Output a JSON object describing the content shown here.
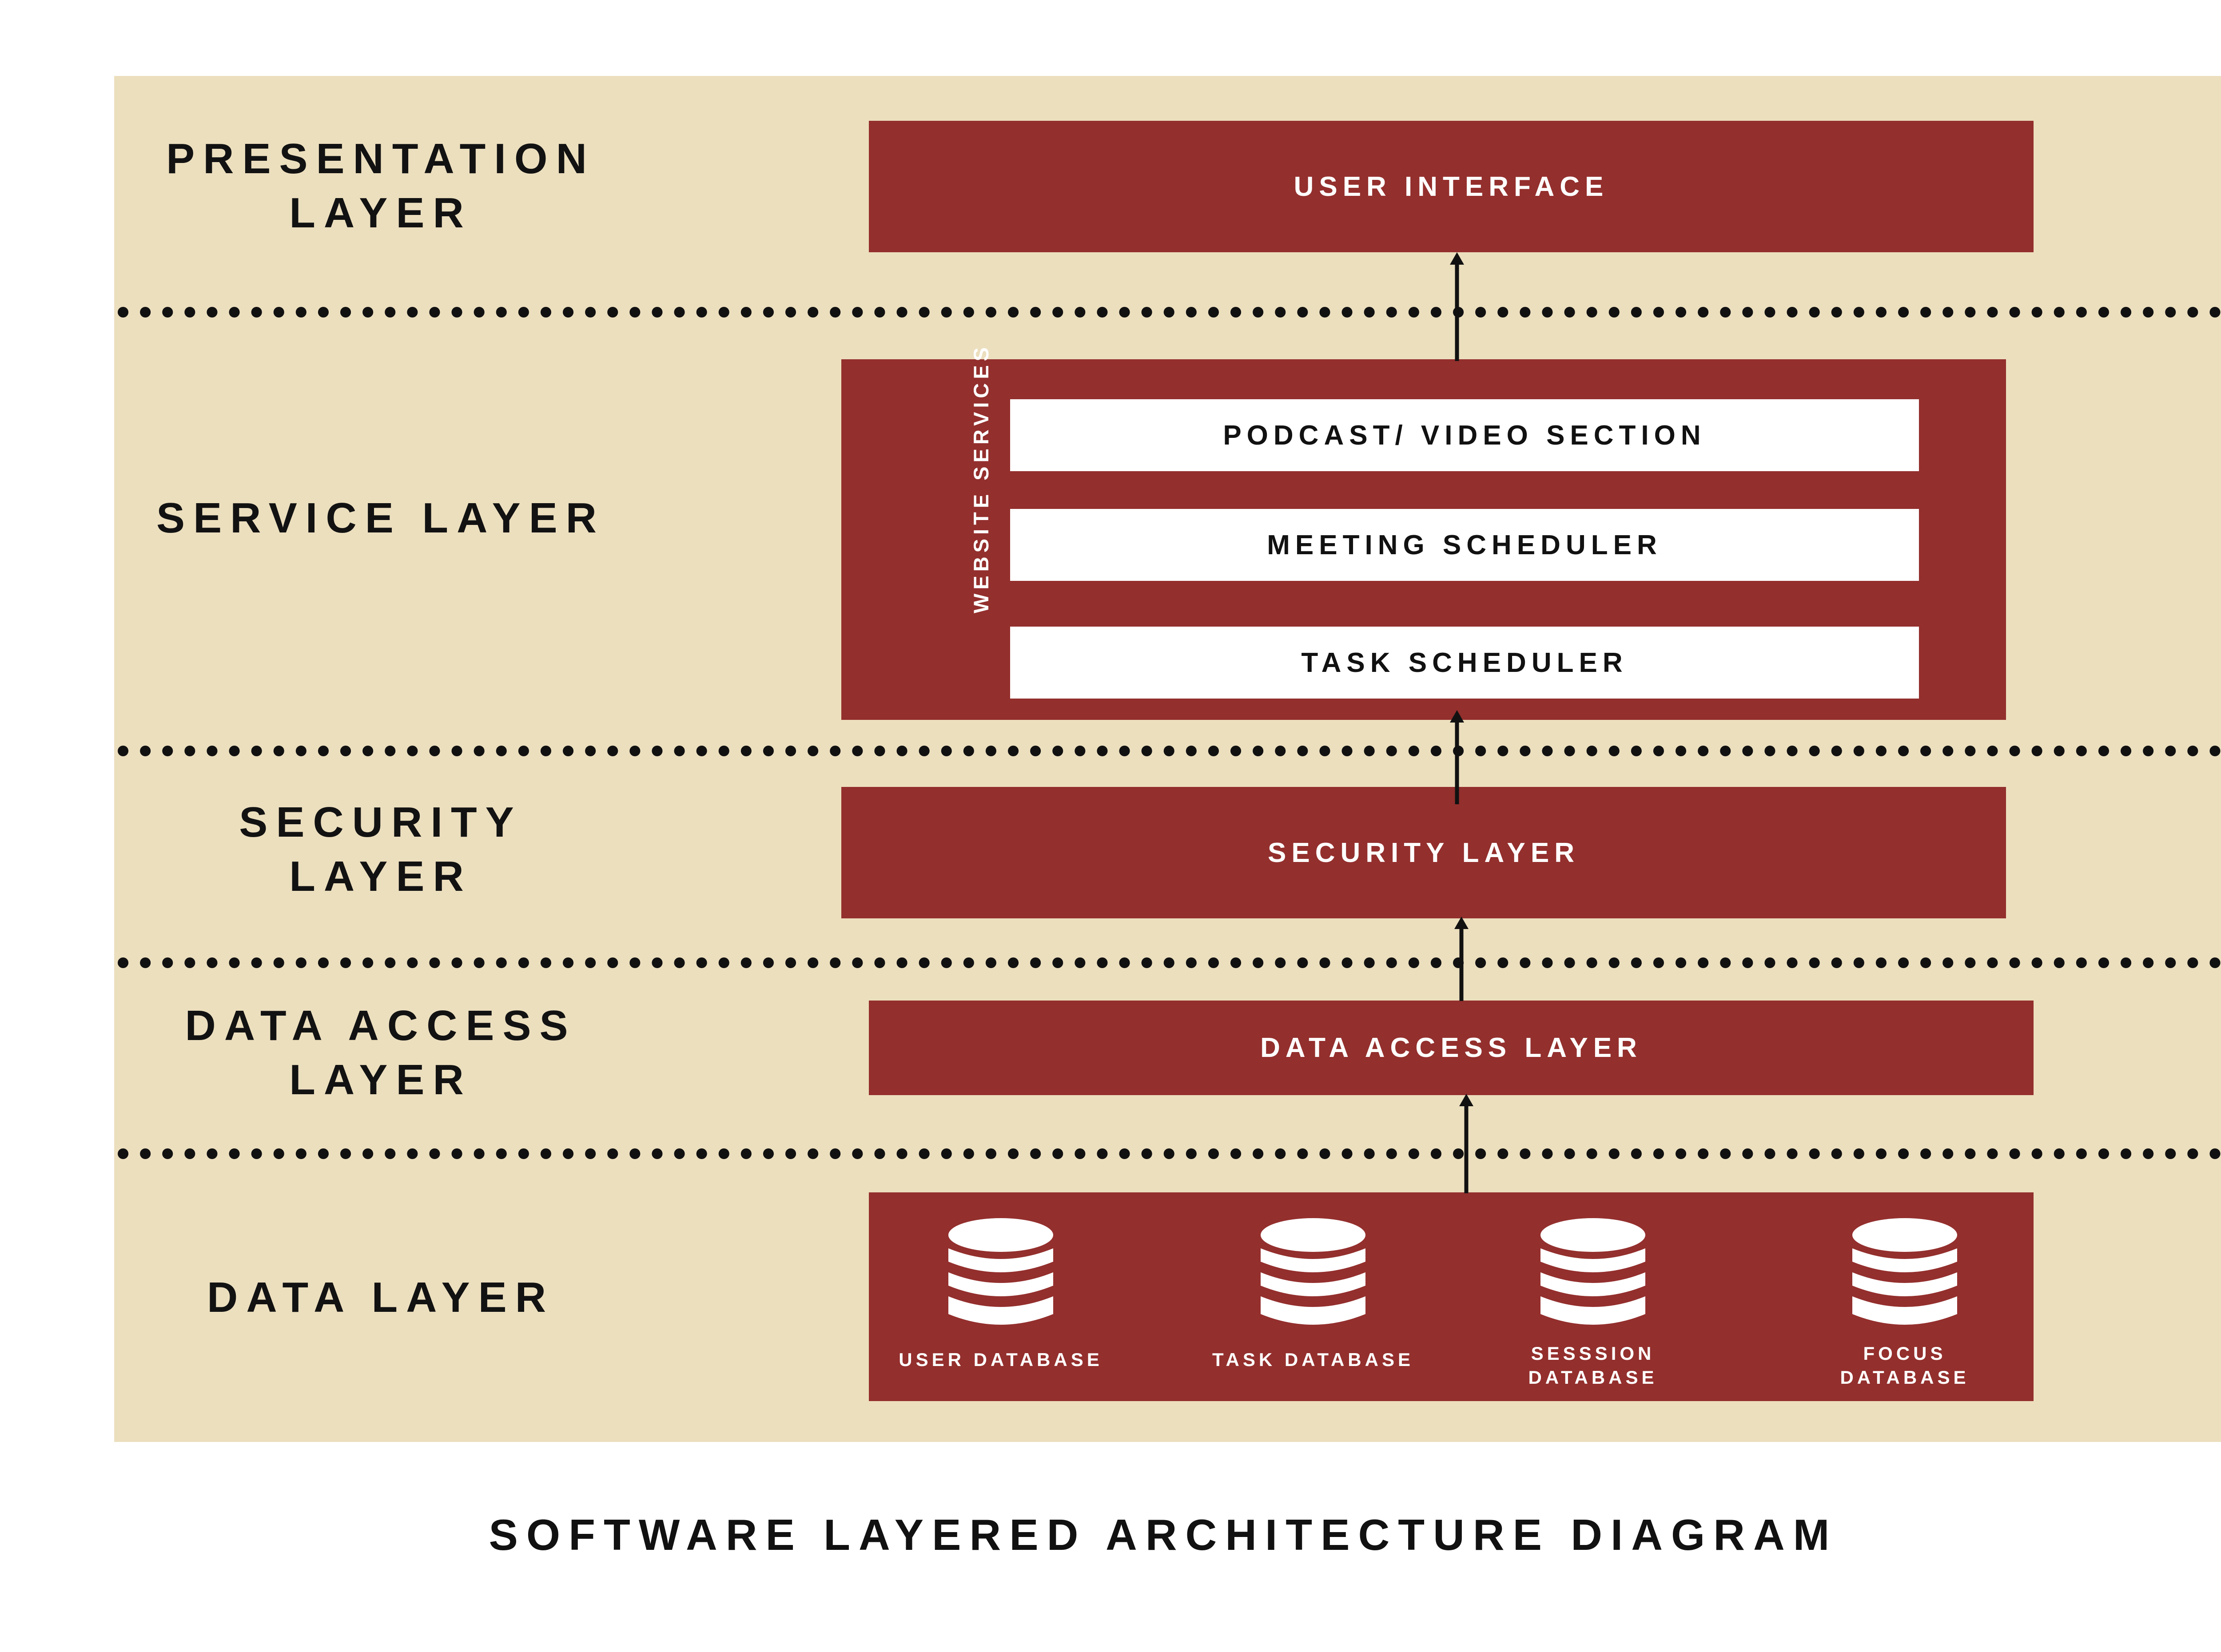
{
  "layers": {
    "presentation": "PRESENTATION\nLAYER",
    "service": "SERVICE LAYER",
    "security": "SECURITY\nLAYER",
    "data_access": "DATA ACCESS\nLAYER",
    "data": "DATA LAYER"
  },
  "boxes": {
    "user_interface": "USER INTERFACE",
    "website_services": "WEBSITE\nSERVICES",
    "services": [
      "PODCAST/ VIDEO SECTION",
      "MEETING SCHEDULER",
      "TASK SCHEDULER"
    ],
    "security_layer": "SECURITY LAYER",
    "data_access_layer": "DATA ACCESS LAYER"
  },
  "databases": [
    {
      "label": "USER DATABASE",
      "icon": "database-icon"
    },
    {
      "label": "TASK DATABASE",
      "icon": "database-icon"
    },
    {
      "label": "SESSSION\nDATABASE",
      "icon": "database-icon"
    },
    {
      "label": "FOCUS\nDATABASE",
      "icon": "database-icon"
    }
  ],
  "title": "SOFTWARE LAYERED ARCHITECTURE DIAGRAM",
  "colors": {
    "panel": "#ecdfbe",
    "box": "#932f2d",
    "text_dark": "#121212",
    "text_light": "#ffffff"
  }
}
